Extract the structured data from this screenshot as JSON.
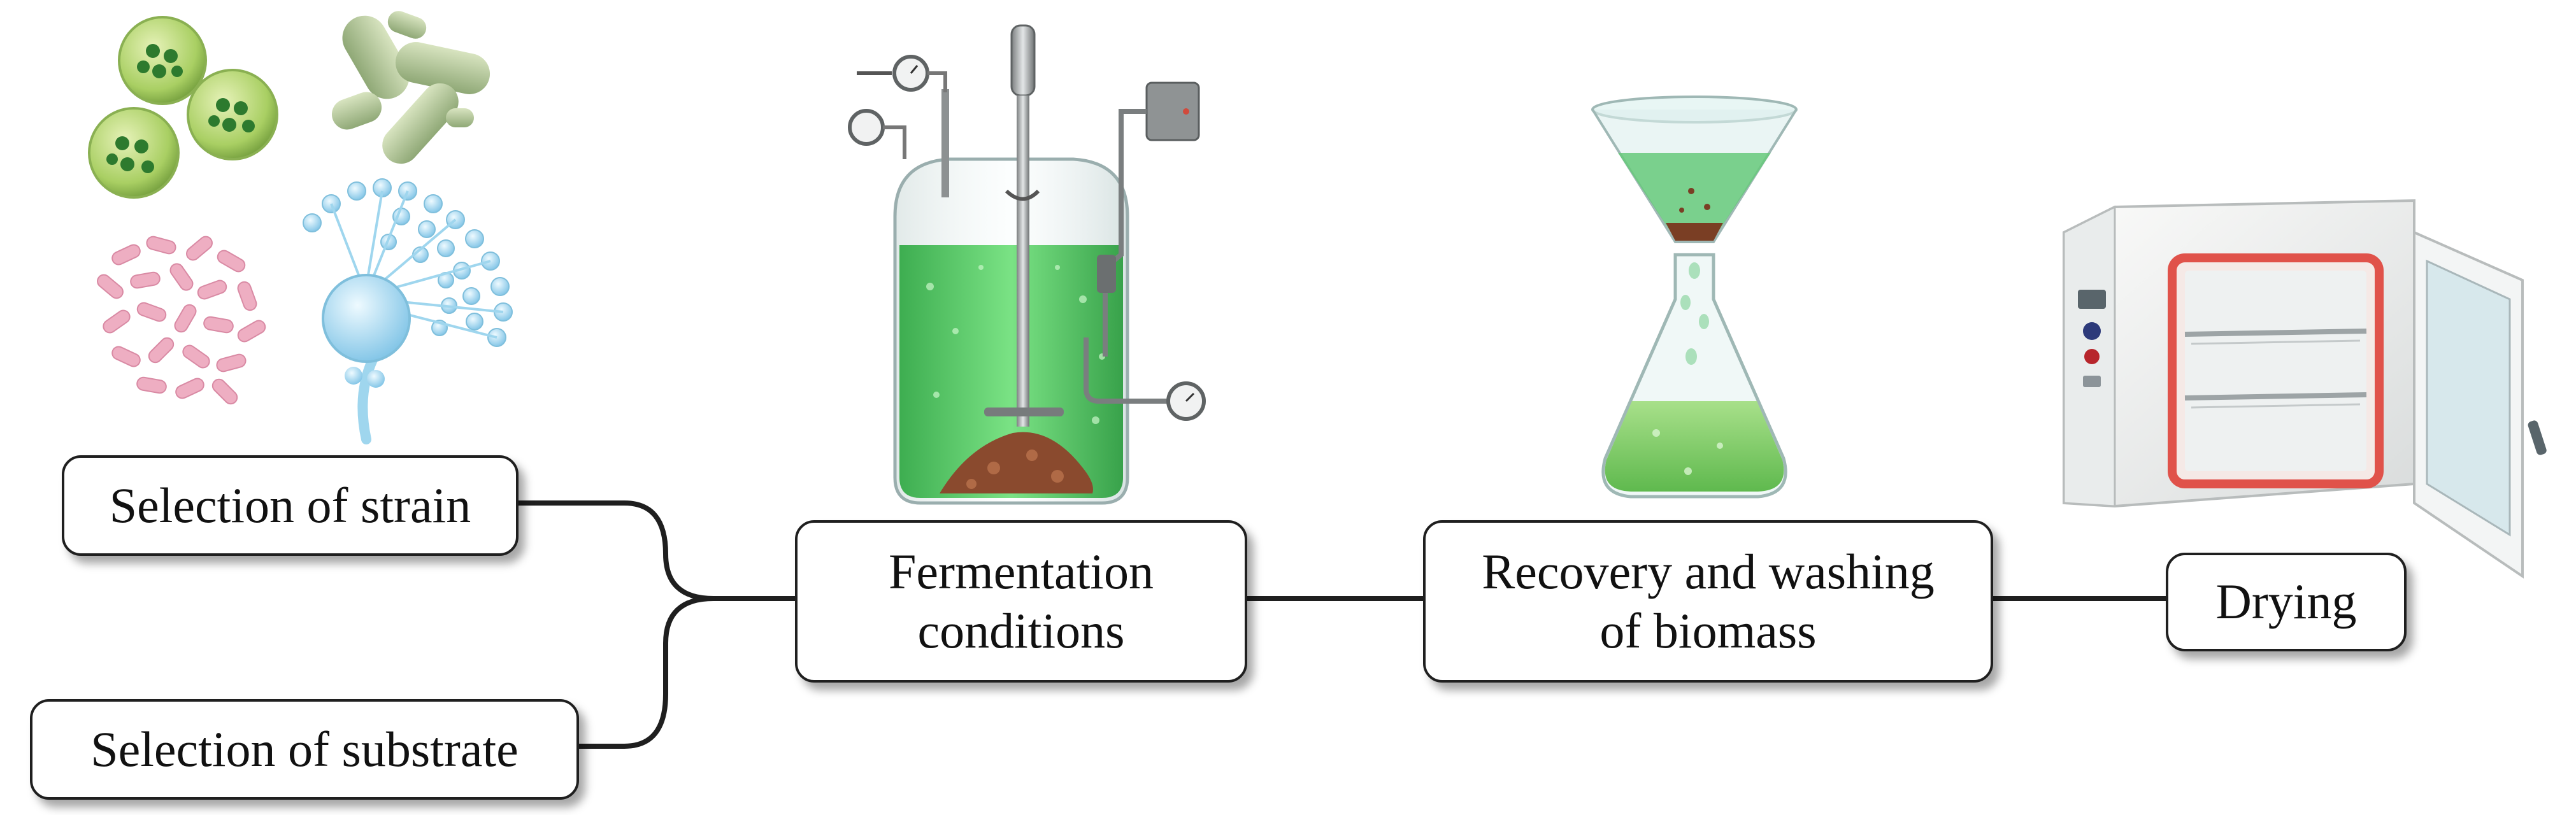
{
  "steps": {
    "strain": {
      "label": "Selection of strain"
    },
    "substrate": {
      "label": "Selection of substrate"
    },
    "fermentation": {
      "label": "Fermentation\nconditions"
    },
    "recovery": {
      "label": "Recovery and washing\nof biomass"
    },
    "drying": {
      "label": "Drying"
    }
  },
  "colors": {
    "line": "#1f1f1f",
    "broth_green": "#3fbf50",
    "biomass_brown": "#8a4a2e",
    "oven_red": "#e0524a",
    "cell_green": "#7fb54a",
    "cell_pink": "#e9a8bd",
    "fungus_blue": "#8fd0ec"
  },
  "icons": {
    "microbes": "microorganisms-illustration",
    "bioreactor": "bioreactor-fermenter-illustration",
    "filter": "filtration-funnel-flask-illustration",
    "oven": "drying-oven-illustration"
  }
}
